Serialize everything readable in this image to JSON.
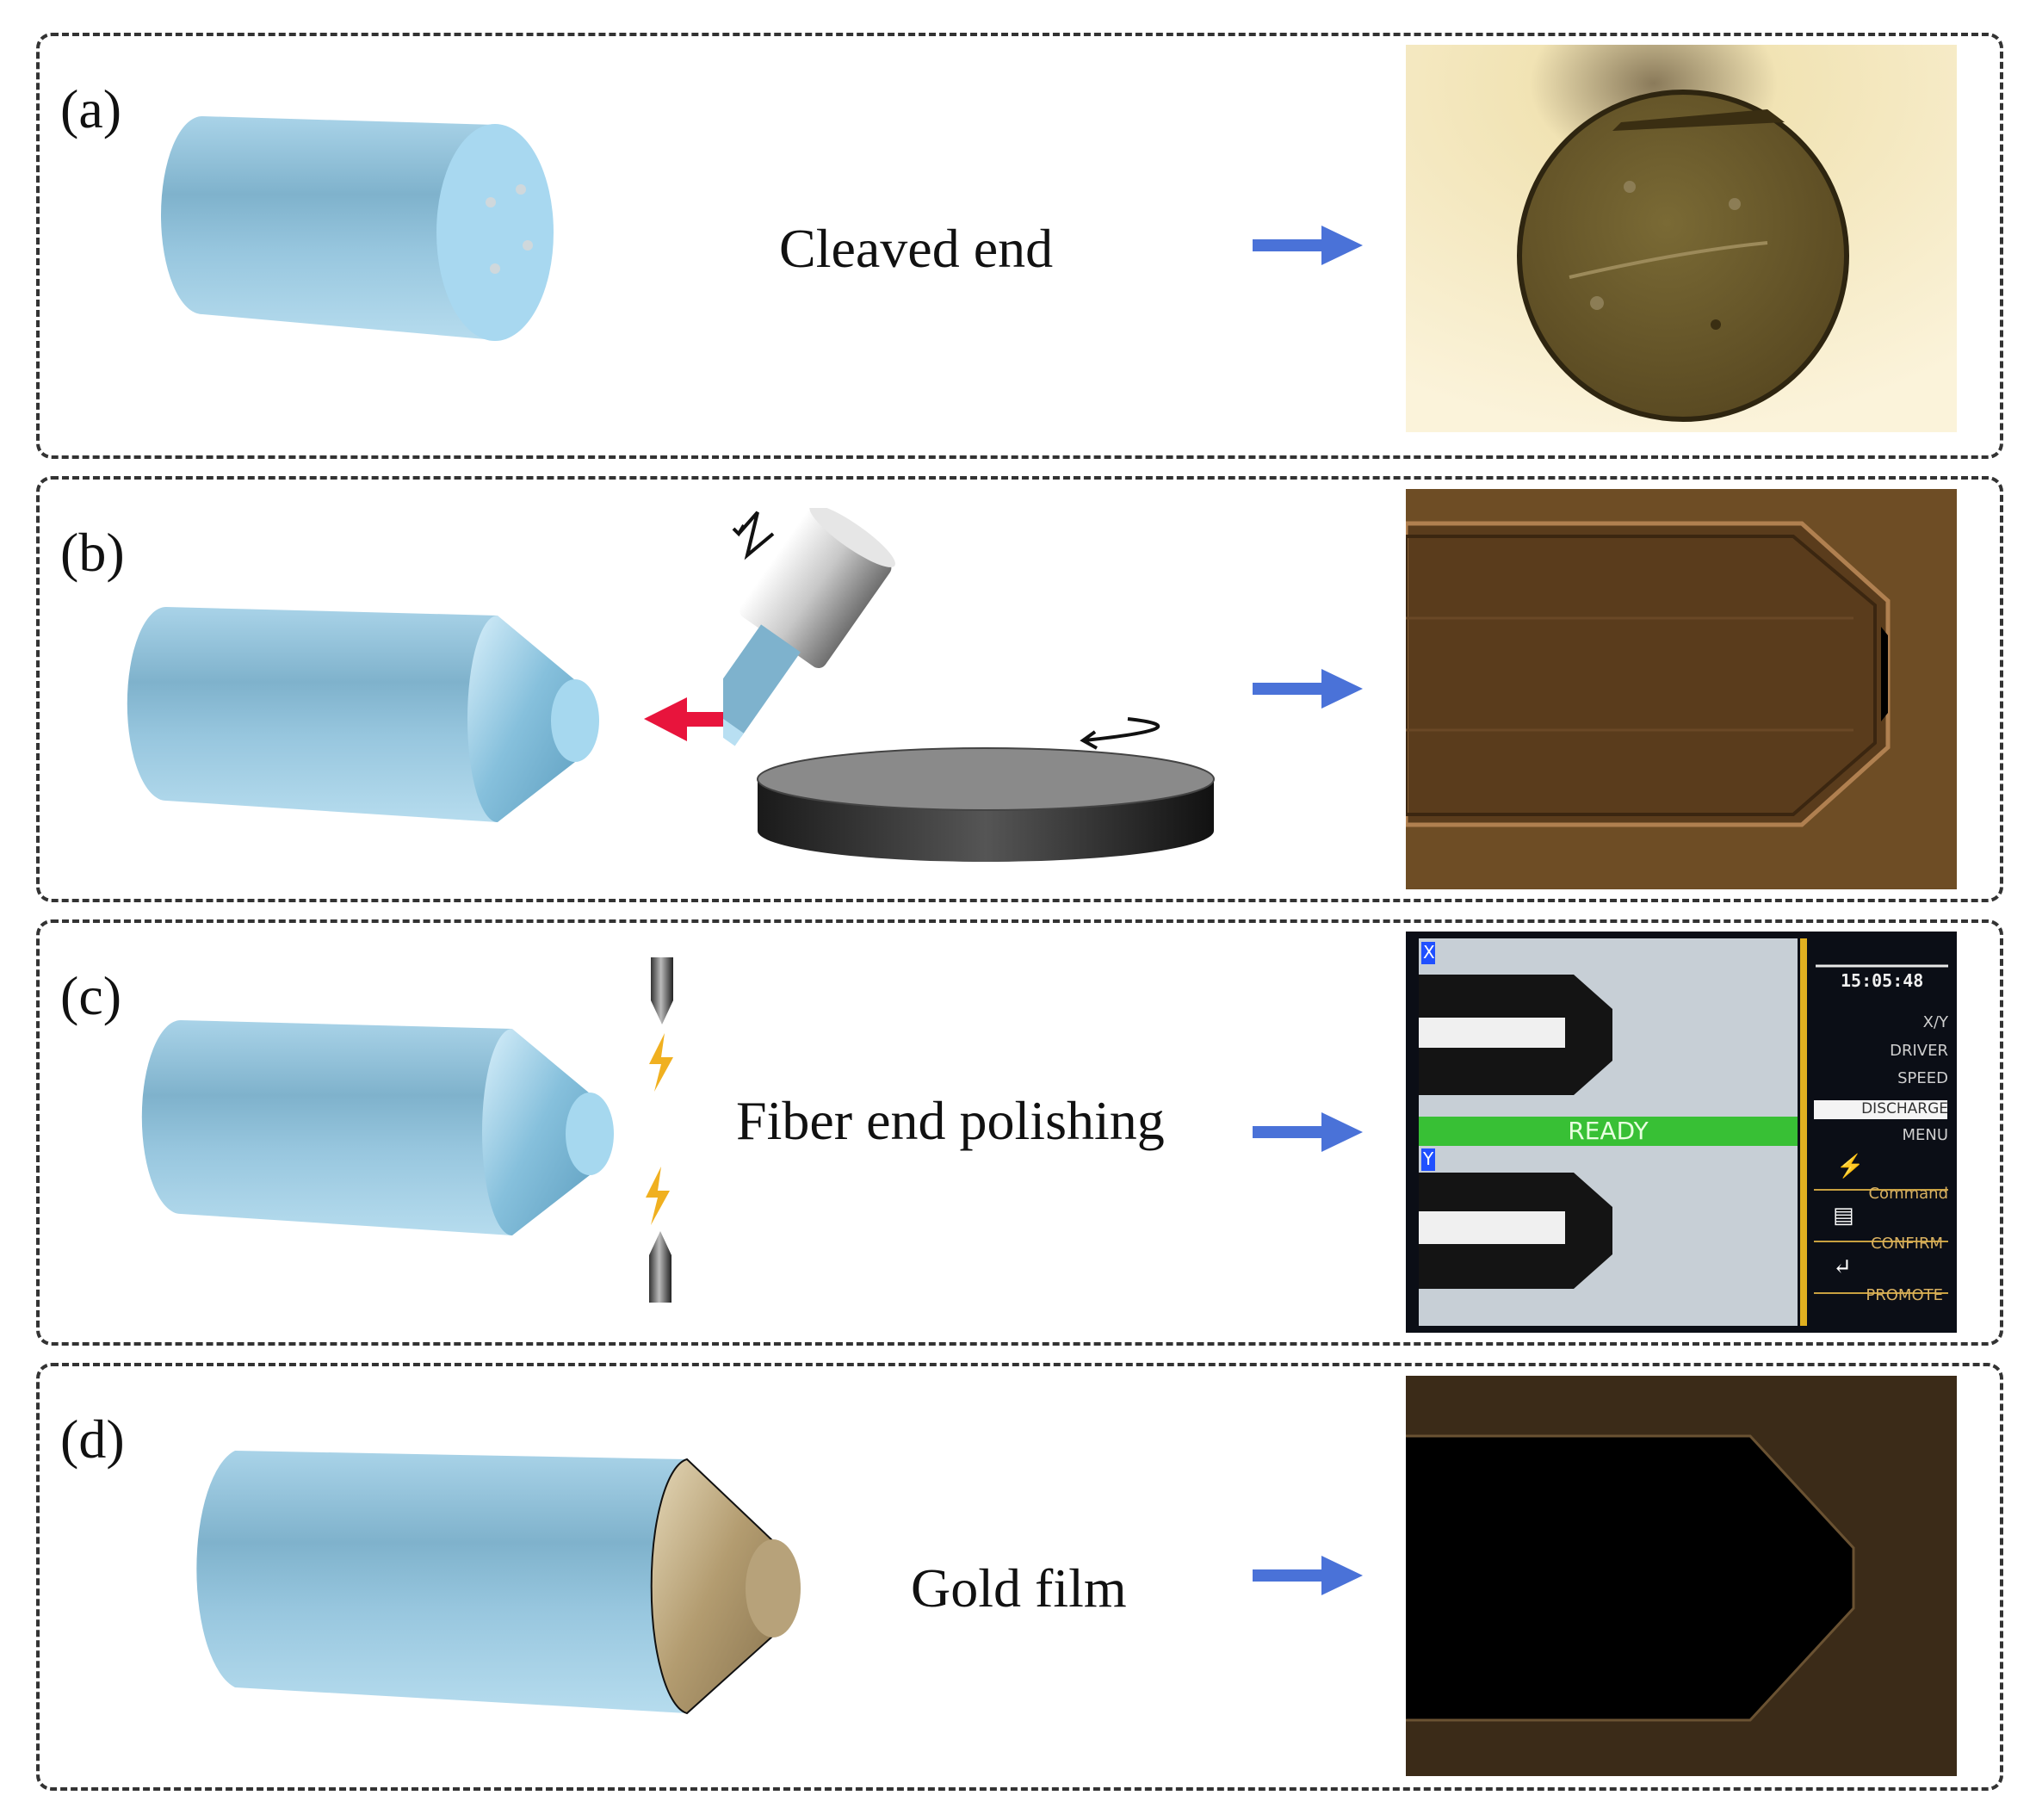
{
  "panels": [
    {
      "label": "(a)",
      "caption": "Cleaved end"
    },
    {
      "label": "(b)",
      "caption": ""
    },
    {
      "label": "(c)",
      "caption": "Fiber end polishing"
    },
    {
      "label": "(d)",
      "caption": "Gold film"
    }
  ],
  "splicer_screen": {
    "time": "15:05:48",
    "status": "READY",
    "axis_x": "X",
    "axis_y": "Y",
    "menu": [
      "X/Y",
      "DRIVER",
      "SPEED",
      "DISCHARGE",
      "MENU"
    ],
    "commands": [
      "Command",
      "CONFIRM",
      "PROMOTE"
    ]
  },
  "colors": {
    "fiber": "#8fc3dc",
    "arrow_blue": "#4a72d8",
    "arrow_red": "#e8143c",
    "gold": "#b7a27a",
    "ready_green": "#38c035"
  }
}
